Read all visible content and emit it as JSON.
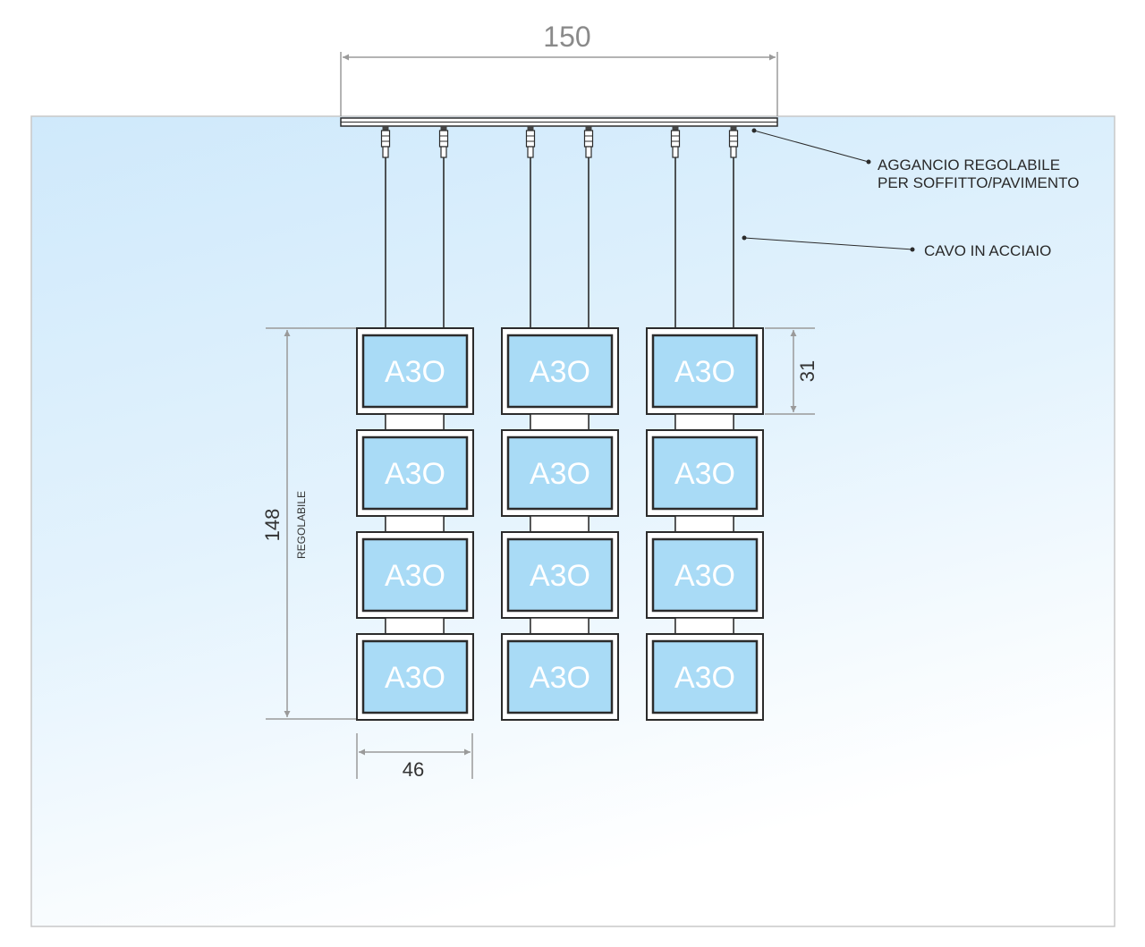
{
  "colors": {
    "background_top": "#cfe9fb",
    "background_bottom": "#ffffff",
    "panel_fill": "#a9dbf6",
    "frame_stroke": "#2b2b2b",
    "dimension_line": "#9a9a9a"
  },
  "dimensions": {
    "total_width": "150",
    "height": "148",
    "height_note": "REGOLABILE",
    "panel_width": "46",
    "panel_height": "31"
  },
  "callouts": {
    "hook": {
      "line1": "AGGANCIO REGOLABILE",
      "line2": "PER SOFFITTO/PAVIMENTO"
    },
    "cable": "CAVO IN ACCIAIO"
  },
  "panel_label": "A3O",
  "grid": {
    "columns": 3,
    "rows": 4
  }
}
